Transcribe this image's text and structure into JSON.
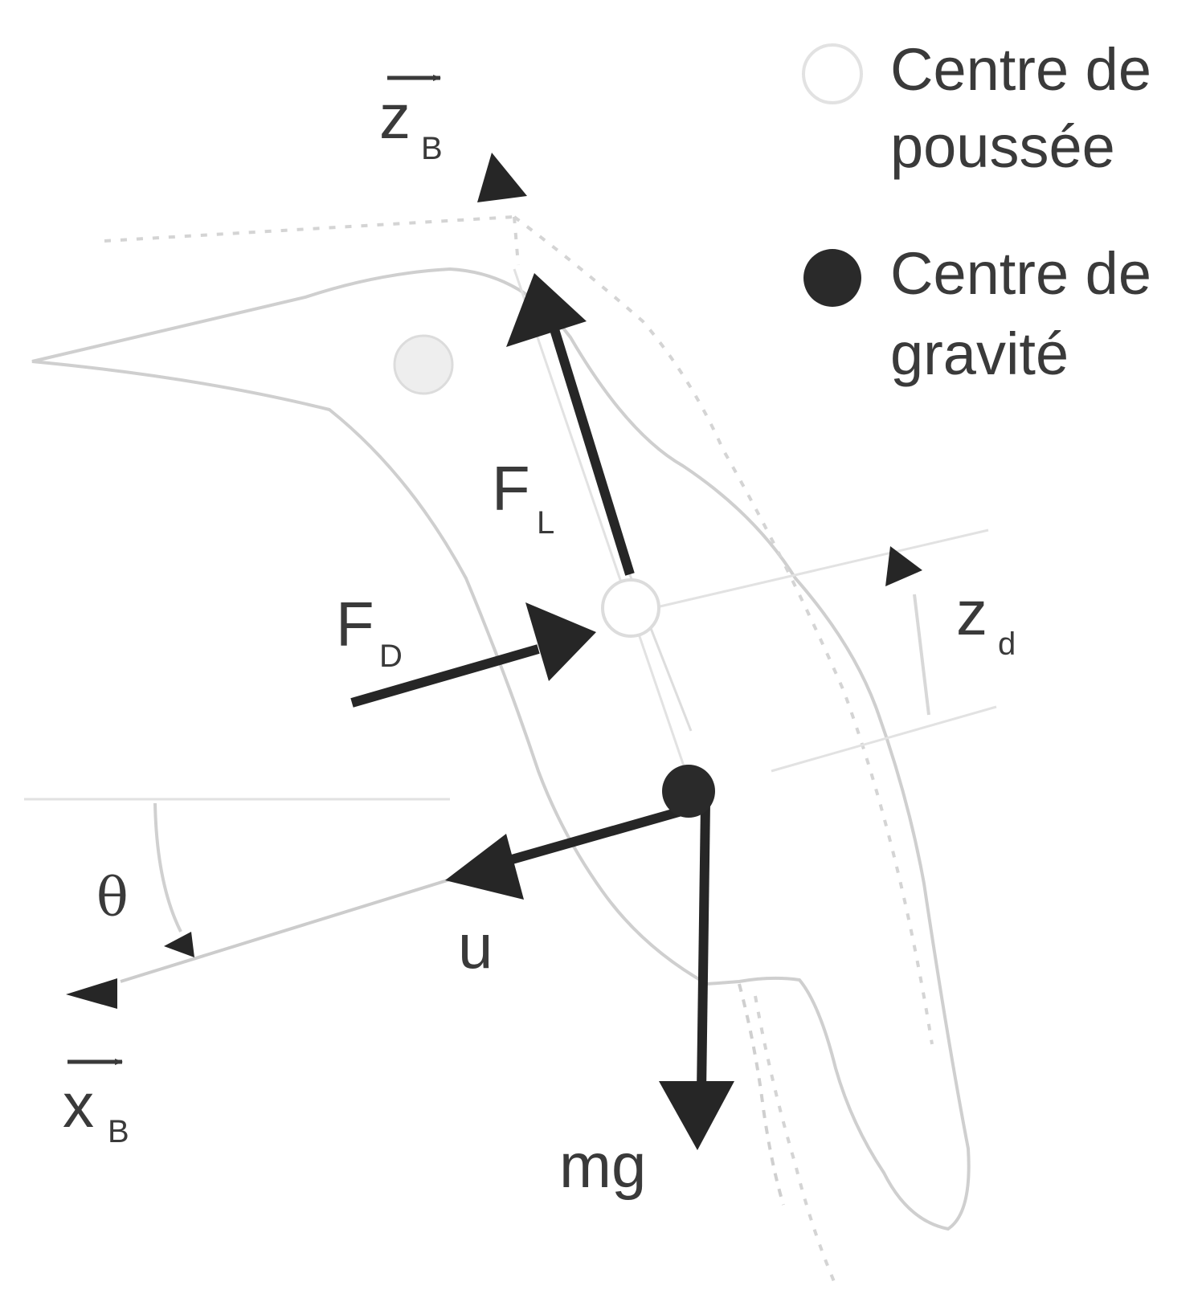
{
  "legend": {
    "buoyancy": "Centre de poussée",
    "buoyancy_line1": "Centre de",
    "buoyancy_line2": "poussée",
    "gravity": "Centre de gravité",
    "gravity_line1": "Centre de",
    "gravity_line2": "gravité"
  },
  "axes": {
    "z": {
      "main": "z",
      "sub": "B"
    },
    "x": {
      "main": "x",
      "sub": "B"
    }
  },
  "forces": {
    "lift": {
      "main": "F",
      "sub": "L"
    },
    "drag": {
      "main": "F",
      "sub": "D"
    },
    "thrust": "u",
    "weight": "mg"
  },
  "zd": {
    "main": "z",
    "sub": "d"
  },
  "theta": "θ",
  "colors": {
    "arrow": "#262626",
    "outline": "#cfcfcf",
    "buoyancy_fill": "#ffffff",
    "gravity_fill": "#2a2a2a"
  }
}
